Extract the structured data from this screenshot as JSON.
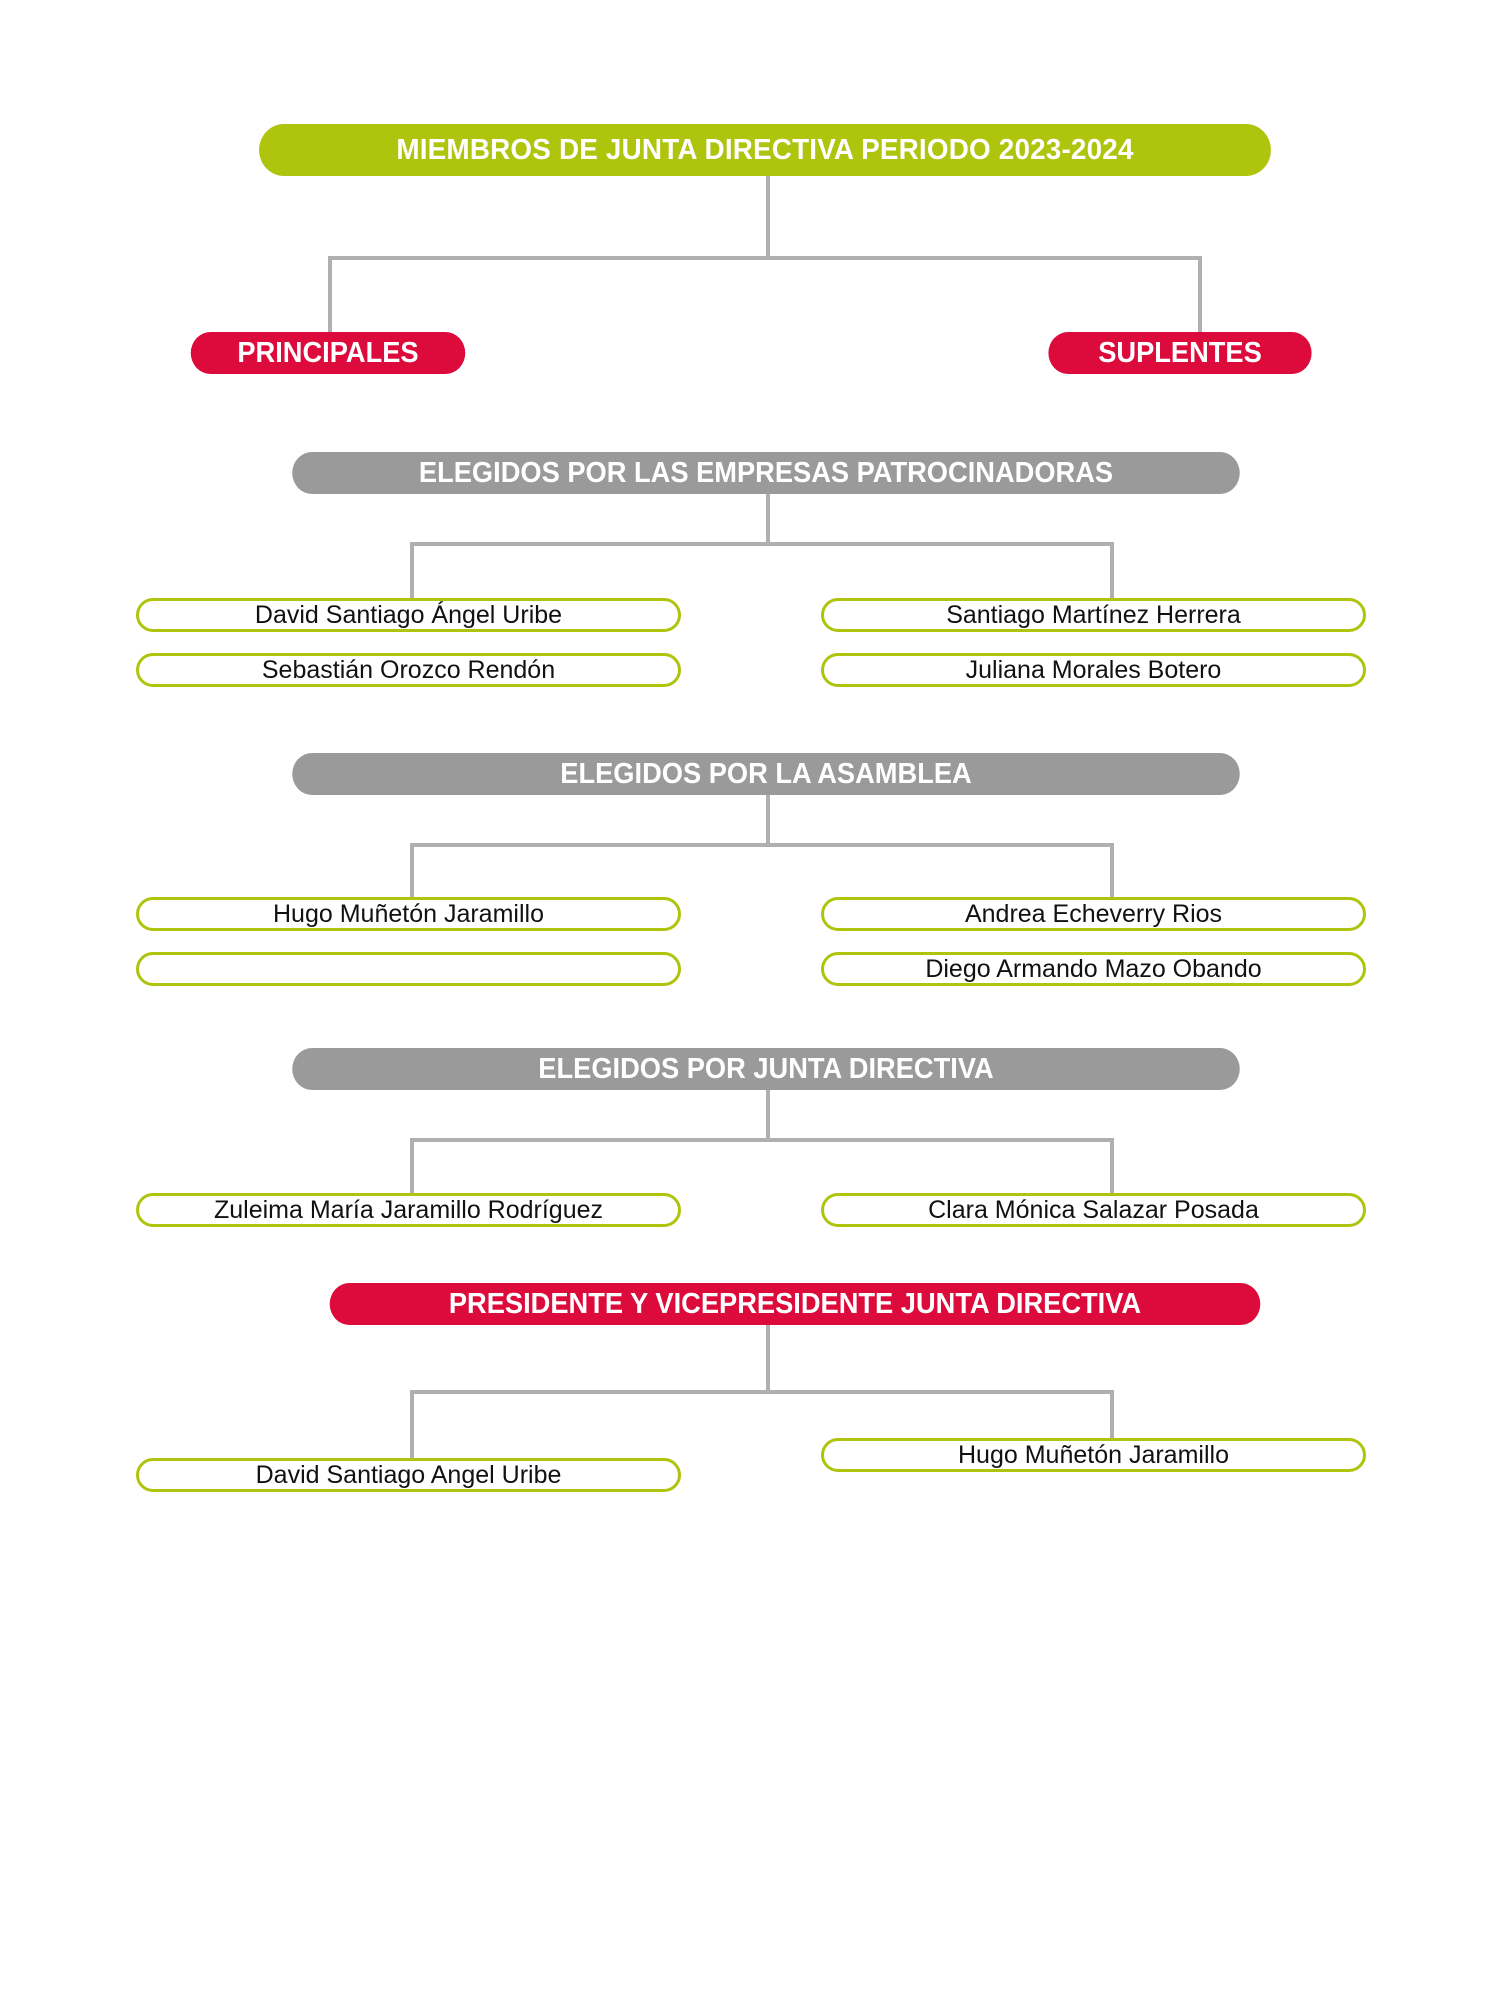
{
  "title": {
    "text": "MIEMBROS DE JUNTA DIRECTIVA PERIODO 2023-2024"
  },
  "columns": {
    "left_label": "PRINCIPALES",
    "right_label": "SUPLENTES"
  },
  "colors": {
    "title_green": "#AEC40D",
    "accent_red": "#DD0A3C",
    "section_gray": "#9A9A9A",
    "pill_border_green": "#AEC40D",
    "connector_gray": "#B0B0B0",
    "text_dark": "#111111",
    "text_light": "#FFFFFF",
    "background": "#FFFFFF"
  },
  "sections": [
    {
      "header": "ELEGIDOS POR LAS EMPRESAS PATROCINADORAS",
      "header_style": "gray",
      "principales": [
        "David Santiago Ángel Uribe",
        "Sebastián Orozco Rendón"
      ],
      "suplentes": [
        "Santiago Martínez Herrera",
        "Juliana Morales Botero"
      ]
    },
    {
      "header": "ELEGIDOS POR LA ASAMBLEA",
      "header_style": "gray",
      "principales": [
        "Hugo Muñetón Jaramillo",
        ""
      ],
      "suplentes": [
        "Andrea Echeverry Rios",
        "Diego Armando Mazo Obando"
      ]
    },
    {
      "header": "ELEGIDOS POR JUNTA DIRECTIVA",
      "header_style": "gray",
      "principales": [
        "Zuleima María Jaramillo Rodríguez"
      ],
      "suplentes": [
        "Clara Mónica Salazar Posada"
      ]
    },
    {
      "header": "PRESIDENTE Y VICEPRESIDENTE JUNTA DIRECTIVA",
      "header_style": "red",
      "principales": [
        "David Santiago Angel Uribe"
      ],
      "suplentes": [
        "Hugo Muñetón Jaramillo"
      ]
    }
  ]
}
